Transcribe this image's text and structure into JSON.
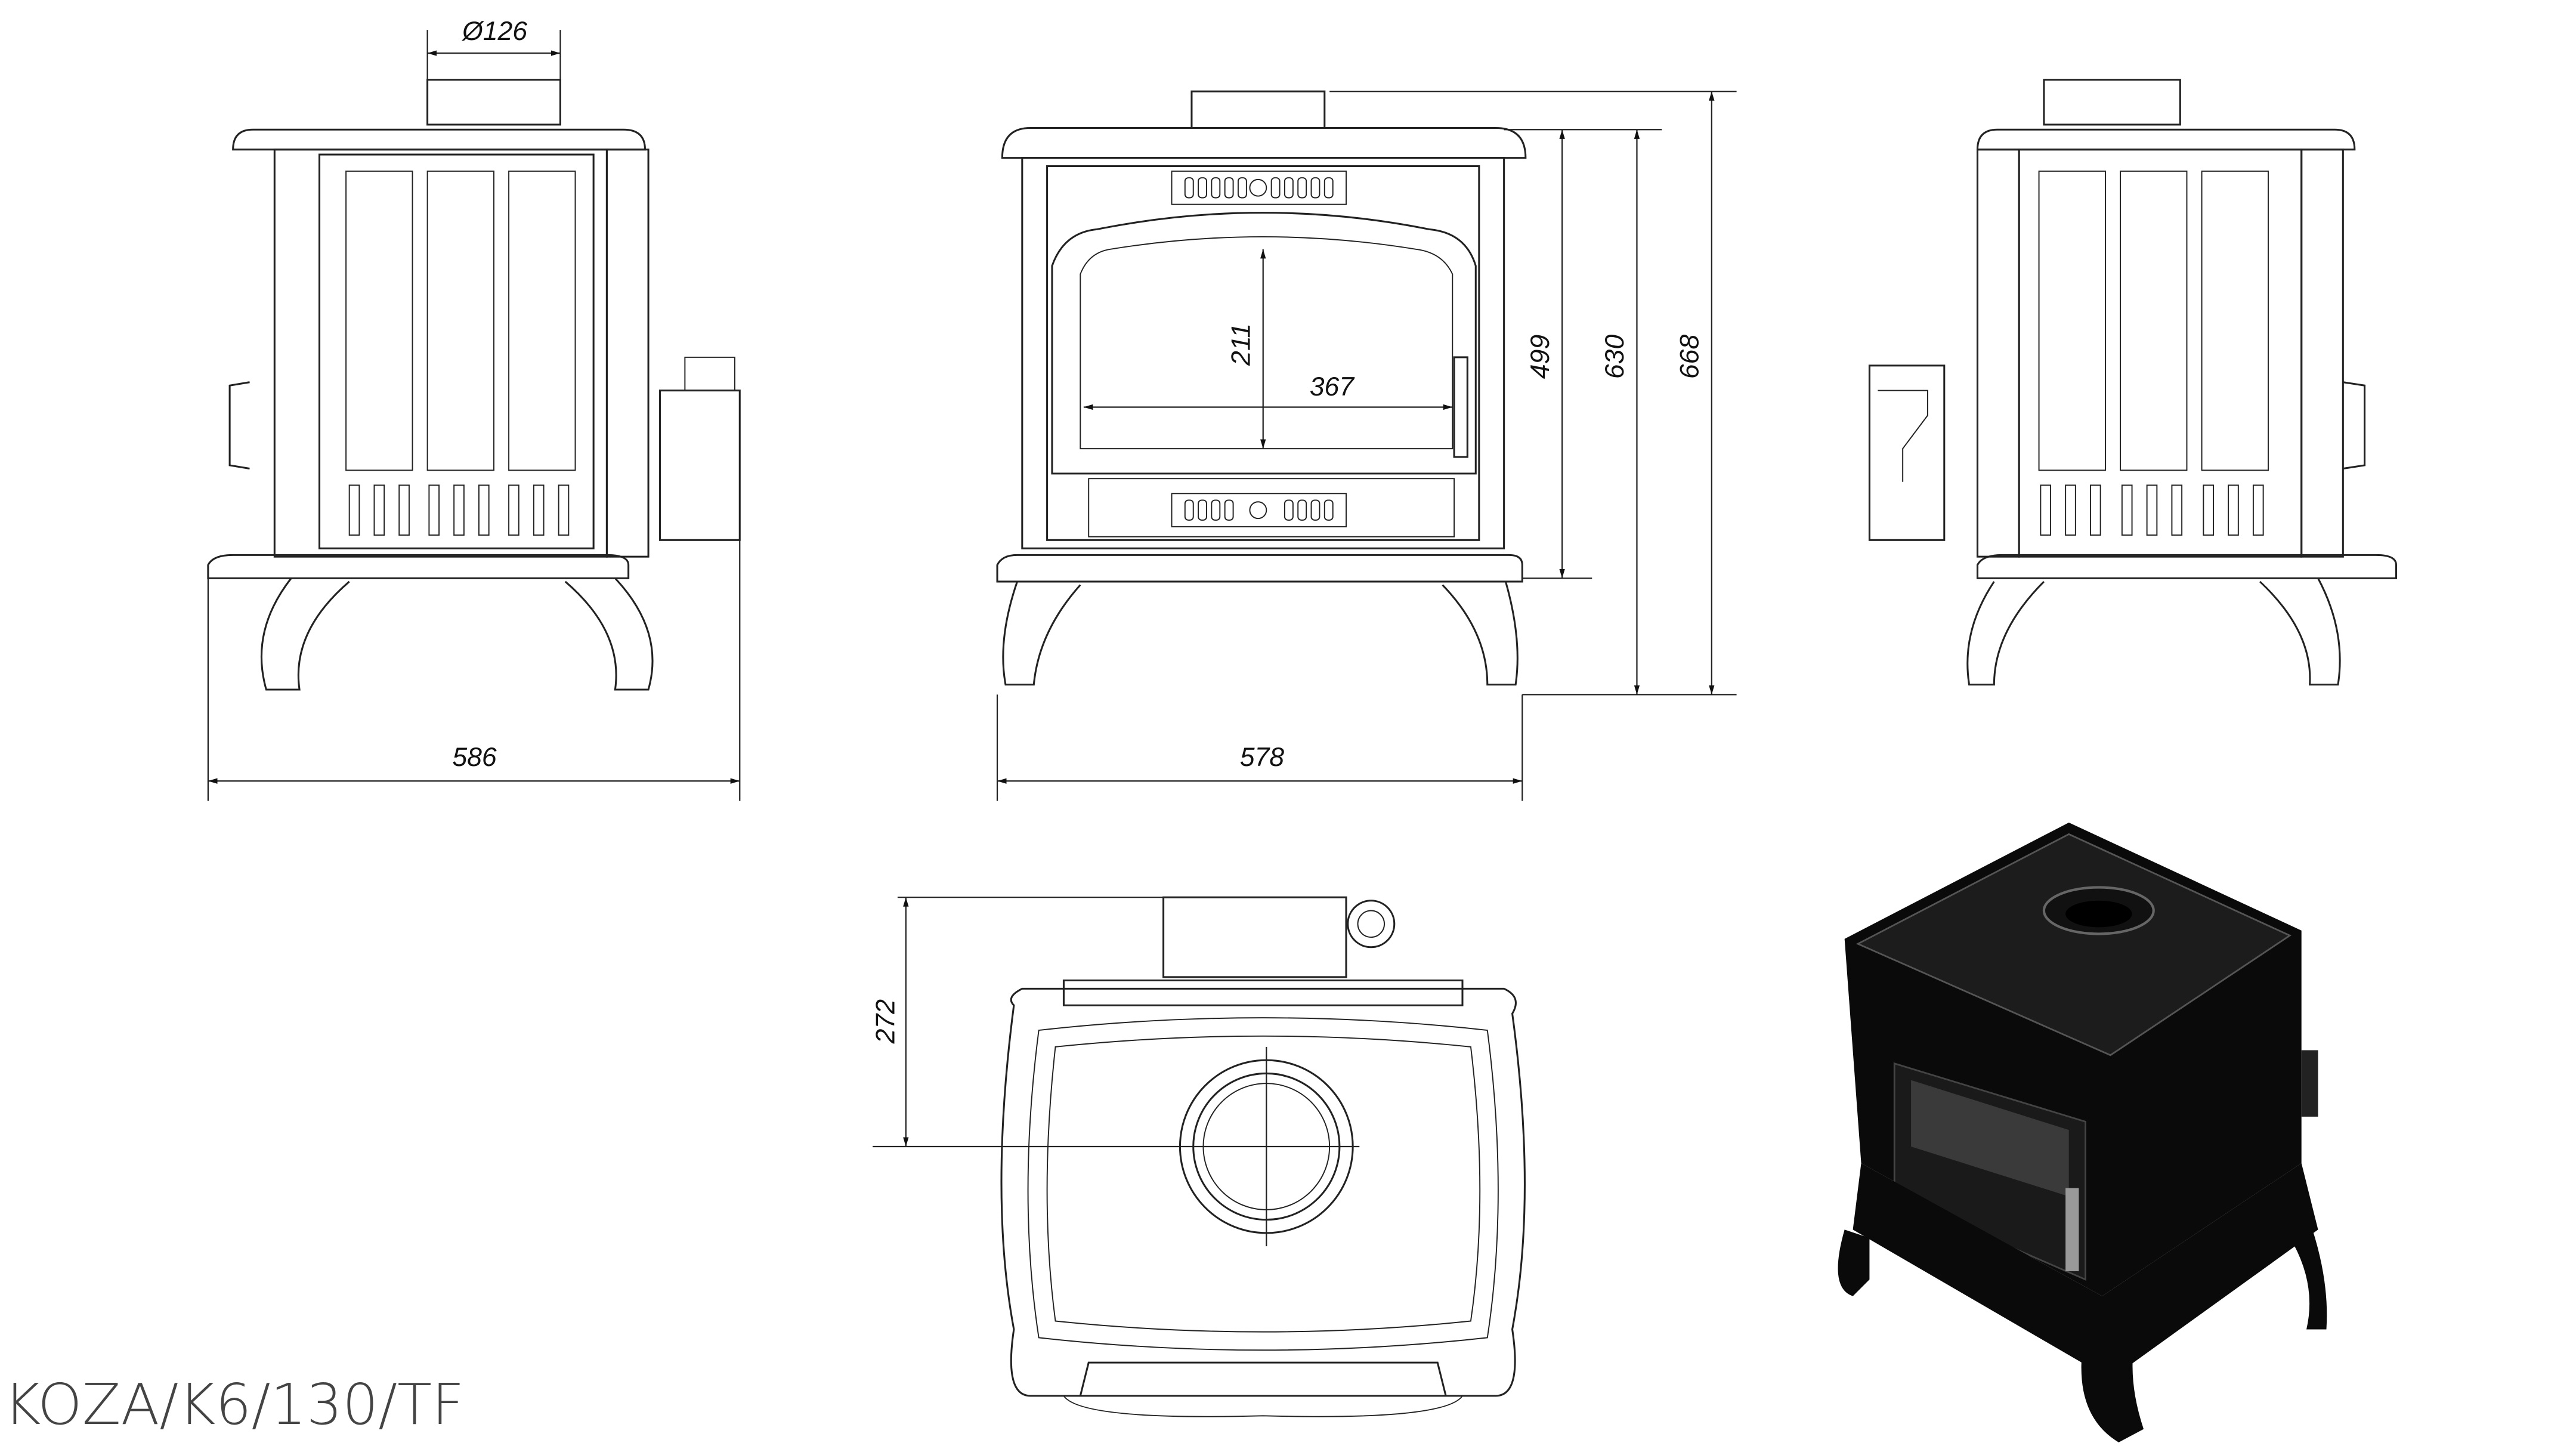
{
  "model_code": "KOZA/K6/130/TF",
  "dimensions": {
    "flue_diameter": "Ø126",
    "depth_side": "586",
    "width_front": "578",
    "window_width": "367",
    "window_height": "211",
    "height_body": "499",
    "height_top": "630",
    "height_total": "668",
    "flue_offset": "272"
  },
  "colors": {
    "line": "#222222",
    "render": "#0a0a0a",
    "text": "#444444"
  }
}
